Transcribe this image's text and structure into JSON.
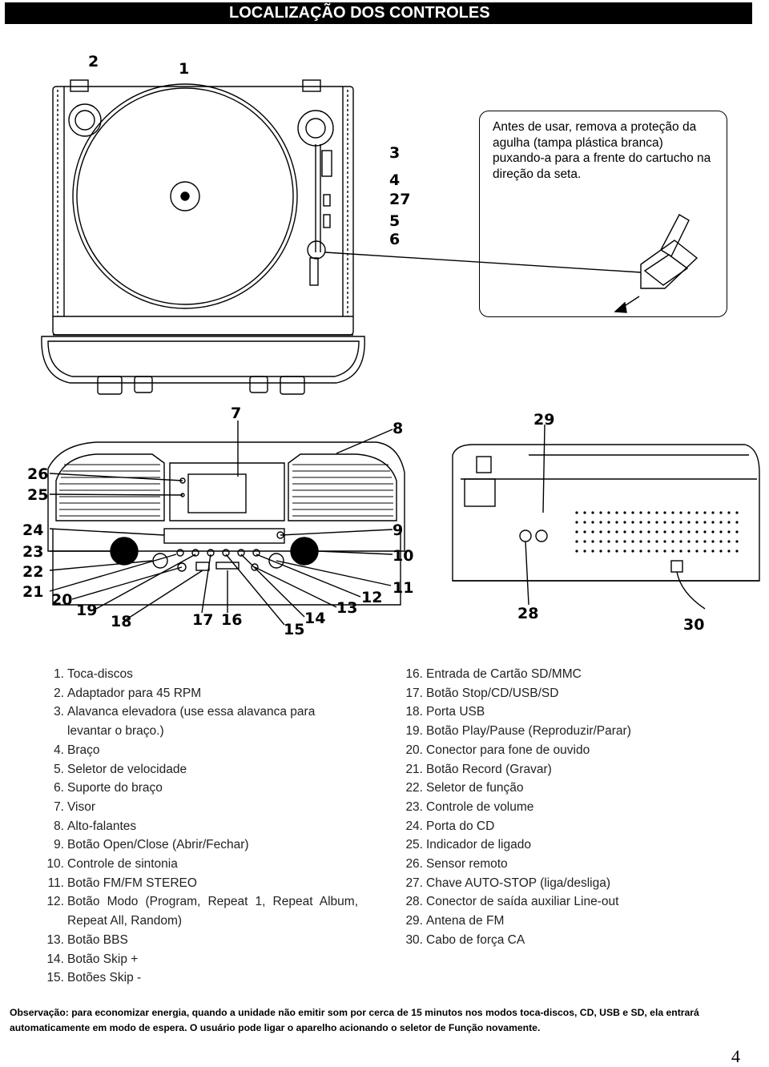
{
  "page": {
    "title": "LOCALIZAÇÃO DOS CONTROLES",
    "page_number": "4"
  },
  "callout": {
    "text": "Antes de usar, remova a proteção da agulha (tampa plástica branca) puxando-a para a frente do cartucho na direção da seta."
  },
  "figure_labels": {
    "top": [
      "2",
      "1",
      "3",
      "4",
      "27",
      "5",
      "6"
    ],
    "front": [
      "7",
      "8",
      "26",
      "25",
      "24",
      "23",
      "22",
      "21",
      "20",
      "19",
      "18",
      "17",
      "16",
      "15",
      "14",
      "13",
      "12",
      "11",
      "10",
      "9"
    ],
    "back": [
      "29",
      "28",
      "30"
    ]
  },
  "controls_left": [
    {
      "num": "1.",
      "text": "Toca-discos"
    },
    {
      "num": "2.",
      "text": "Adaptador para 45 RPM"
    },
    {
      "num": "3.",
      "text": "Alavanca elevadora (use essa alavanca para levantar o braço.)"
    },
    {
      "num": "4.",
      "text": "Braço"
    },
    {
      "num": "5.",
      "text": "Seletor de velocidade"
    },
    {
      "num": "6.",
      "text": "Suporte do braço"
    },
    {
      "num": "7.",
      "text": "Visor"
    },
    {
      "num": "8.",
      "text": "Alto-falantes"
    },
    {
      "num": "9.",
      "text": "Botão Open/Close (Abrir/Fechar)"
    },
    {
      "num": "10.",
      "text": "Controle de sintonia"
    },
    {
      "num": "11.",
      "text": "Botão FM/FM STEREO"
    },
    {
      "num": "12.",
      "text": "Botão Modo (Program, Repeat 1, Repeat Album, Repeat All, Random)"
    },
    {
      "num": "13.",
      "text": "Botão BBS"
    },
    {
      "num": "14.",
      "text": "Botão Skip +"
    },
    {
      "num": "15.",
      "text": "Botões Skip -"
    }
  ],
  "controls_right": [
    {
      "num": "16.",
      "text": "Entrada de Cartão SD/MMC"
    },
    {
      "num": "17.",
      "text": "Botão Stop/CD/USB/SD"
    },
    {
      "num": "18.",
      "text": "Porta USB"
    },
    {
      "num": "19.",
      "text": "Botão Play/Pause (Reproduzir/Parar)"
    },
    {
      "num": "20.",
      "text": "Conector para fone de ouvido"
    },
    {
      "num": "21.",
      "text": "Botão Record (Gravar)"
    },
    {
      "num": "22.",
      "text": "Seletor de função"
    },
    {
      "num": "23.",
      "text": "Controle de volume"
    },
    {
      "num": "24.",
      "text": "Porta do CD"
    },
    {
      "num": "25.",
      "text": "Indicador de ligado"
    },
    {
      "num": "26.",
      "text": "Sensor remoto"
    },
    {
      "num": "27.",
      "text": "Chave AUTO-STOP (liga/desliga)"
    },
    {
      "num": "28.",
      "text": "Conector de saída auxiliar Line-out"
    },
    {
      "num": "29.",
      "text": "Antena de FM"
    },
    {
      "num": "30.",
      "text": "Cabo de força CA"
    }
  ],
  "footnote": "Observação: para economizar energia, quando a unidade não emitir som por cerca de 15 minutos nos modos toca-discos, CD, USB e SD, ela entrará automaticamente em modo de espera. O usuário pode ligar o aparelho acionando o seletor de Função novamente."
}
